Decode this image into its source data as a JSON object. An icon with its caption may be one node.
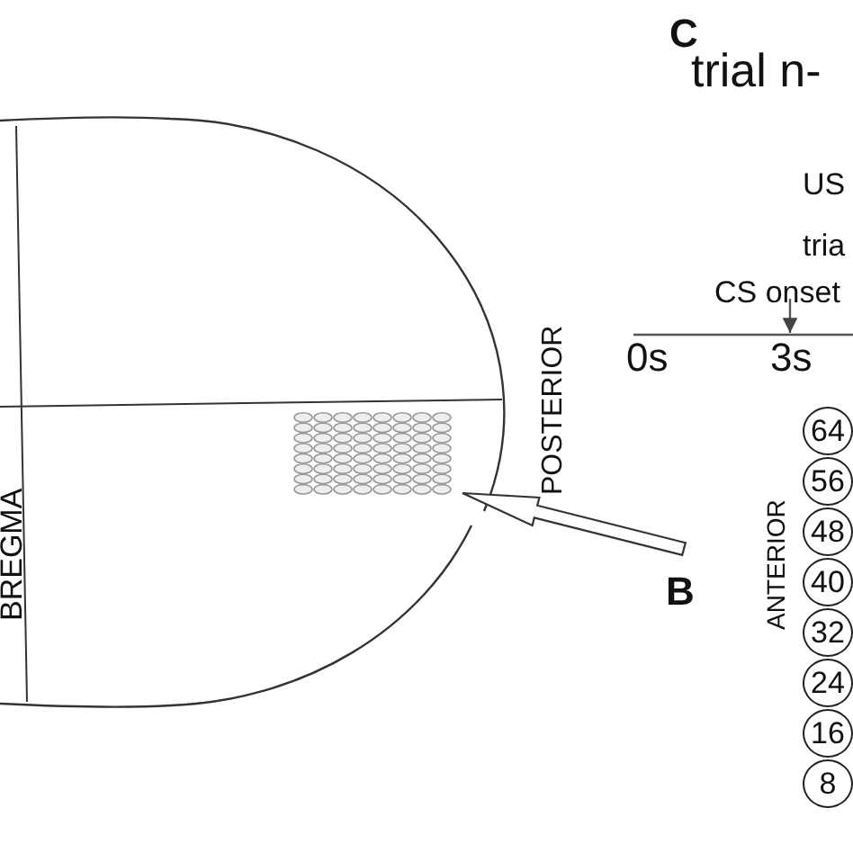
{
  "diagram": {
    "nodes": [
      {
        "text": [
          "BREGMA"
        ]
      },
      {
        "text": [],
        "shape": "grid",
        "in": 0
      },
      {
        "text": [
          "64"
        ]
      },
      {
        "text": [
          "56"
        ]
      },
      {
        "text": [
          "48"
        ]
      },
      {
        "text": [
          "40"
        ]
      },
      {
        "text": [
          "32"
        ]
      },
      {
        "text": [
          "24"
        ]
      },
      {
        "text": [
          "16"
        ]
      },
      {
        "text": [
          "8"
        ]
      }
    ],
    "edges": [
      {
        "from": null,
        "to": 1,
        "arrow": "to"
      }
    ],
    "labels": [
      "C",
      "trial n-",
      "US",
      "tria",
      "CS onset",
      "0s",
      "3s",
      "POSTERIOR",
      "B",
      "ANTERIOR"
    ]
  }
}
